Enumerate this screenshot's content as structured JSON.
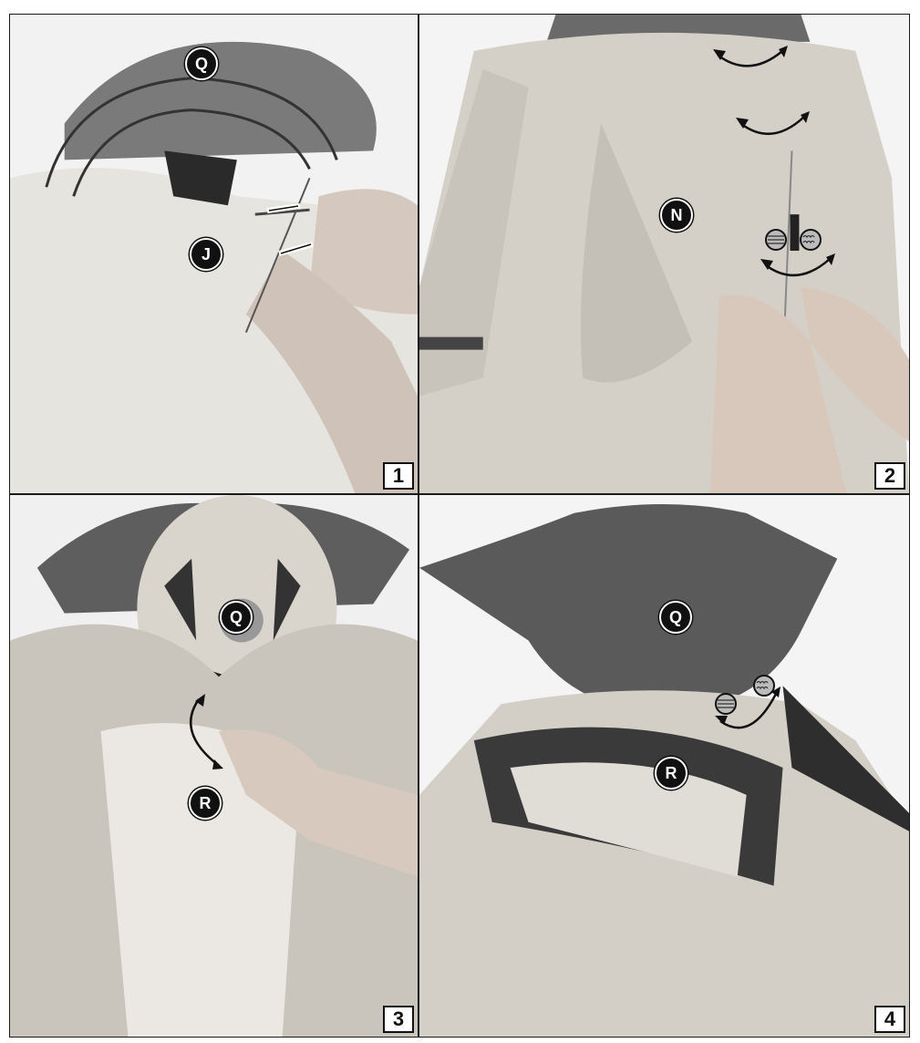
{
  "panels": [
    {
      "step": "1",
      "callouts": [
        "Q",
        "J"
      ]
    },
    {
      "step": "2",
      "callouts": [
        "N"
      ]
    },
    {
      "step": "3",
      "callouts": [
        "Q",
        "R"
      ]
    },
    {
      "step": "4",
      "callouts": [
        "Q",
        "R"
      ]
    }
  ],
  "colors": {
    "frame": "#1a1a1a",
    "badge": "#111111",
    "fabric": "#d9d6cf",
    "hair": "#5a5a5a"
  },
  "icons": [
    "double-headed-arrow",
    "velcro-hook-patch",
    "velcro-loop-patch"
  ]
}
